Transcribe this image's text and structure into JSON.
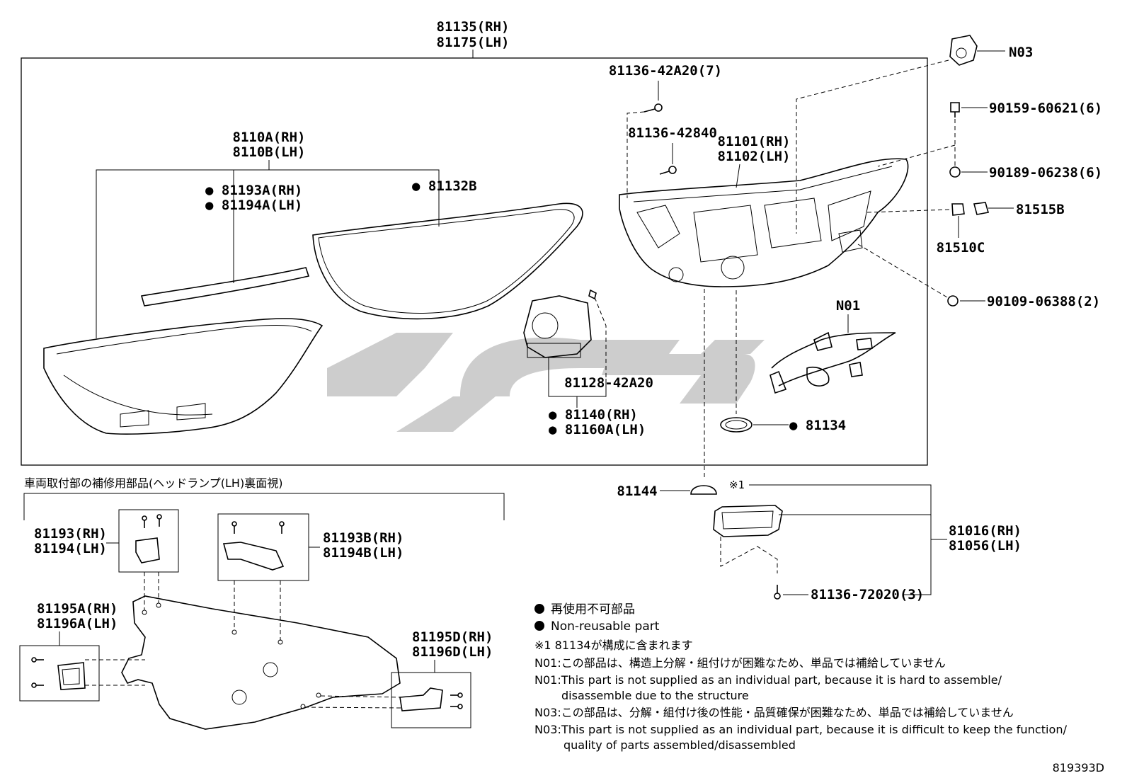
{
  "assembly": {
    "top_rh": "81135(RH)",
    "top_lh": "81175(LH)"
  },
  "labels": {
    "l8110a": "8110A(RH)",
    "l8110b": "8110B(LH)",
    "l81193a": "81193A(RH)",
    "l81194a": "81194A(LH)",
    "l81132b": "81132B",
    "l81136_42a20": "81136-42A20(7)",
    "l81136_42840": "81136-42840",
    "l81101": "81101(RH)",
    "l81102": "81102(LH)",
    "lN03": "N03",
    "l90159": "90159-60621(6)",
    "l90189": "90189-06238(6)",
    "l81515b": "81515B",
    "l81510c": "81510C",
    "l90109": "90109-06388(2)",
    "lN01": "N01",
    "l81128": "81128-42A20",
    "l81140": "81140(RH)",
    "l81160a": "81160A(LH)",
    "l81134": "81134",
    "l81144": "81144",
    "lx1": "※1",
    "l81016": "81016(RH)",
    "l81056": "81056(LH)",
    "l81136_72020": "81136-72020(3)",
    "l81193": "81193(RH)",
    "l81194": "81194(LH)",
    "l81193b": "81193B(RH)",
    "l81194b": "81194B(LH)",
    "l81195a": "81195A(RH)",
    "l81196a": "81196A(LH)",
    "l81195d": "81195D(RH)",
    "l81196d": "81196D(LH)"
  },
  "repair_section": {
    "title": "車両取付部の補修用部品(ヘッドランプ(LH)裏面視)"
  },
  "notes": {
    "legend_jp": "再使用不可部品",
    "legend_en": "Non-reusable part",
    "note_x1": "※1 81134が構成に含まれます",
    "n01_jp": "N01:この部品は、構造上分解・組付けが困難なため、単品では補給していません",
    "n01_en1": "N01:This part is not supplied as an individual part, because it is hard to assemble/",
    "n01_en2": "disassemble due to the structure",
    "n03_jp": "N03:この部品は、分解・組付け後の性能・品質確保が困難なため、単品では補給していません",
    "n03_en1": "N03:This part is not supplied as an individual part, because it is difficult to keep the function/",
    "n03_en2": "quality of parts assembled/disassembled"
  },
  "diagram_id": "819393D",
  "colors": {
    "ink": "#000000",
    "watermark": "#c8c8c8",
    "background": "#ffffff"
  }
}
